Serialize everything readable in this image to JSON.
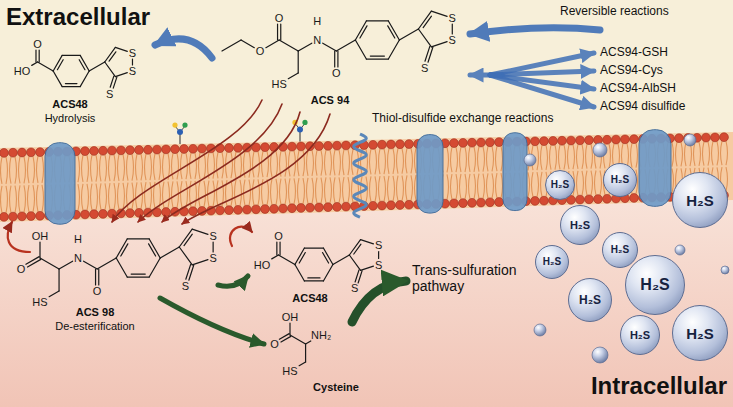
{
  "diagram": {
    "nodes": [
      {
        "text": [
          "H₂S"
        ]
      },
      {
        "text": [
          "H₂S"
        ]
      },
      {
        "text": [
          "H₂S"
        ]
      },
      {
        "text": [
          "H₂S"
        ]
      },
      {
        "text": [
          "H₂S"
        ]
      },
      {
        "text": [
          "H₂S"
        ]
      },
      {
        "text": [
          "H₂S"
        ]
      },
      {
        "text": [
          "H₂S"
        ]
      },
      {
        "text": [
          "H₂S"
        ]
      },
      {
        "text": [
          "H₂S"
        ]
      }
    ],
    "labels": [
      "Extracellular",
      "Reversible reactions",
      "ACS94-GSH",
      "ACS94-Cys",
      "ACS94-AlbSH",
      "ACS94 disulfide",
      "Thiol-disulfide exchange reactions",
      "ACS48",
      "Hydrolysis",
      "ACS 94",
      "ACS 98",
      "De-esterification",
      "ACS48",
      "Cysteine",
      "Trans-sulfuration pathway",
      "Intracellular",
      "HO",
      "O",
      "S",
      "S",
      "S",
      "O",
      "O",
      "HS",
      "N",
      "H",
      "O",
      "S",
      "S",
      "S",
      "OH",
      "O",
      "HS",
      "N",
      "H",
      "O",
      "S",
      "S",
      "S",
      "HO",
      "O",
      "S",
      "S",
      "S",
      "OH",
      "O",
      "NH₂",
      "HS"
    ]
  }
}
